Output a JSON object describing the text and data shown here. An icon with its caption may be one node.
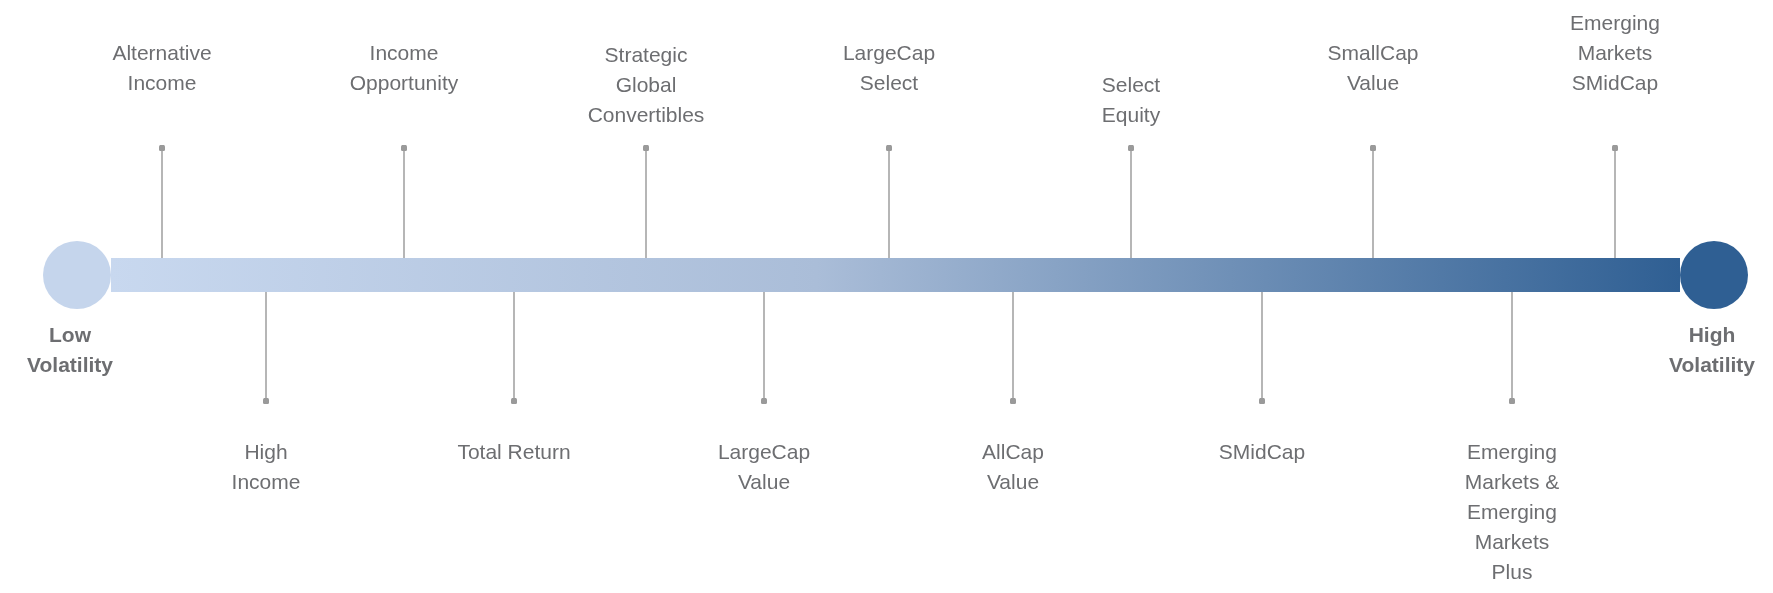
{
  "diagram": {
    "nodes": [
      {
        "text": [
          "Low Volatility"
        ]
      },
      {
        "text": [],
        "shape": "bar"
      },
      {
        "text": [
          "High Volatility"
        ]
      },
      {
        "text": [
          "Alternative Income"
        ]
      },
      {
        "text": [
          "High Income"
        ]
      },
      {
        "text": [
          "Income Opportunity"
        ]
      },
      {
        "text": [
          "Total Return"
        ]
      },
      {
        "text": [
          "Strategic Global Convertibles"
        ]
      },
      {
        "text": [
          "LargeCap Value"
        ]
      },
      {
        "text": [
          "LargeCap Select"
        ]
      },
      {
        "text": [
          "AllCap Value"
        ]
      },
      {
        "text": [
          "Select Equity"
        ]
      },
      {
        "text": [
          "SMidCap"
        ]
      },
      {
        "text": [
          "SmallCap Value"
        ]
      },
      {
        "text": [
          "Emerging Markets & Emerging Markets Plus"
        ]
      },
      {
        "text": [
          "Emerging Markets SMidCap"
        ]
      }
    ],
    "edges": [
      {
        "from": 3,
        "to": 1,
        "arrow": "other"
      },
      {
        "from": 4,
        "to": 1,
        "arrow": "other"
      },
      {
        "from": 5,
        "to": 1,
        "arrow": "other"
      },
      {
        "from": 6,
        "to": 1,
        "arrow": "other"
      },
      {
        "from": 7,
        "to": 1,
        "arrow": "other"
      },
      {
        "from": 8,
        "to": 1,
        "arrow": "other"
      },
      {
        "from": 9,
        "to": 1,
        "arrow": "other"
      },
      {
        "from": 10,
        "to": 1,
        "arrow": "other"
      },
      {
        "from": 11,
        "to": 1,
        "arrow": "other"
      },
      {
        "from": 12,
        "to": 1,
        "arrow": "other"
      },
      {
        "from": 13,
        "to": 1,
        "arrow": "other"
      },
      {
        "from": 14,
        "to": 1,
        "arrow": "other"
      },
      {
        "from": 15,
        "to": 1,
        "arrow": "other"
      }
    ]
  }
}
